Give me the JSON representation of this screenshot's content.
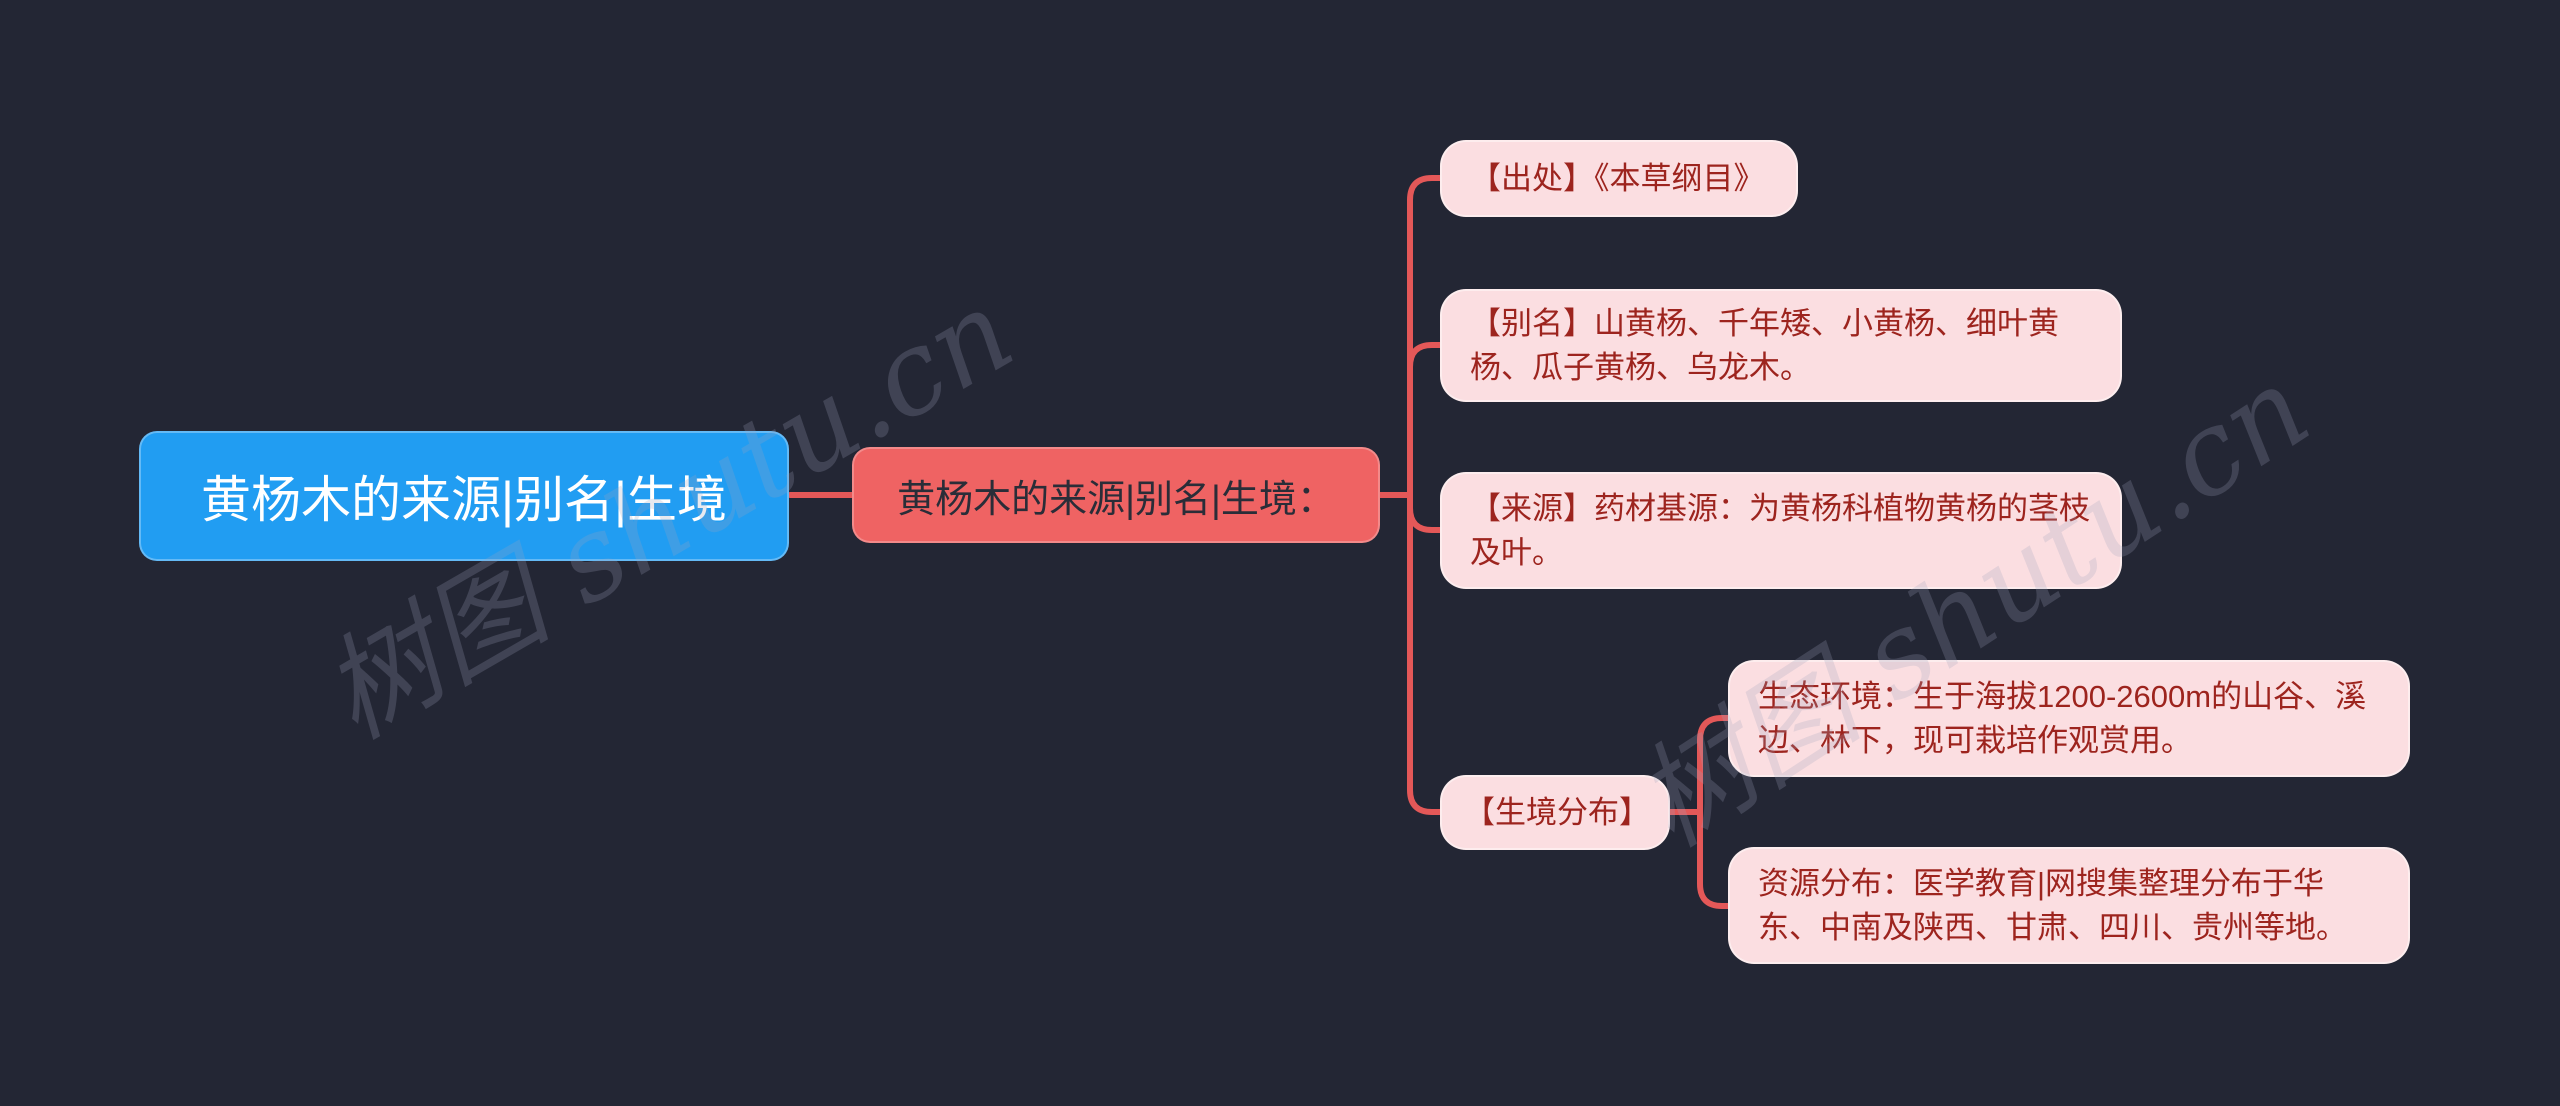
{
  "watermark": {
    "text": "树图 shutu.cn"
  },
  "colors": {
    "canvas_background": "#232634",
    "root_node_fill": "#219df2",
    "root_node_text": "#ffffff",
    "center_node_fill": "#ef6363",
    "center_node_text": "#2a2d38",
    "branch_node_fill": "#fbdee1",
    "branch_node_text": "#9d241e",
    "connector_line": "#e45858"
  },
  "mindmap": {
    "root": {
      "label": "黄杨木的来源|别名|生境"
    },
    "center": {
      "label": "黄杨木的来源|别名|生境："
    },
    "branches": [
      {
        "label": "【出处】《本草纲目》"
      },
      {
        "label": "【别名】山黄杨、千年矮、小黄杨、细叶黄杨、瓜子黄杨、乌龙木。"
      },
      {
        "label": "【来源】药材基源：为黄杨科植物黄杨的茎枝及叶。"
      },
      {
        "label": "【生境分布】"
      }
    ],
    "sub_branches": [
      {
        "label": "生态环境：生于海拔1200-2600m的山谷、溪边、林下，现可栽培作观赏用。"
      },
      {
        "label": "资源分布：医学教育|网搜集整理分布于华东、中南及陕西、甘肃、四川、贵州等地。"
      }
    ]
  }
}
